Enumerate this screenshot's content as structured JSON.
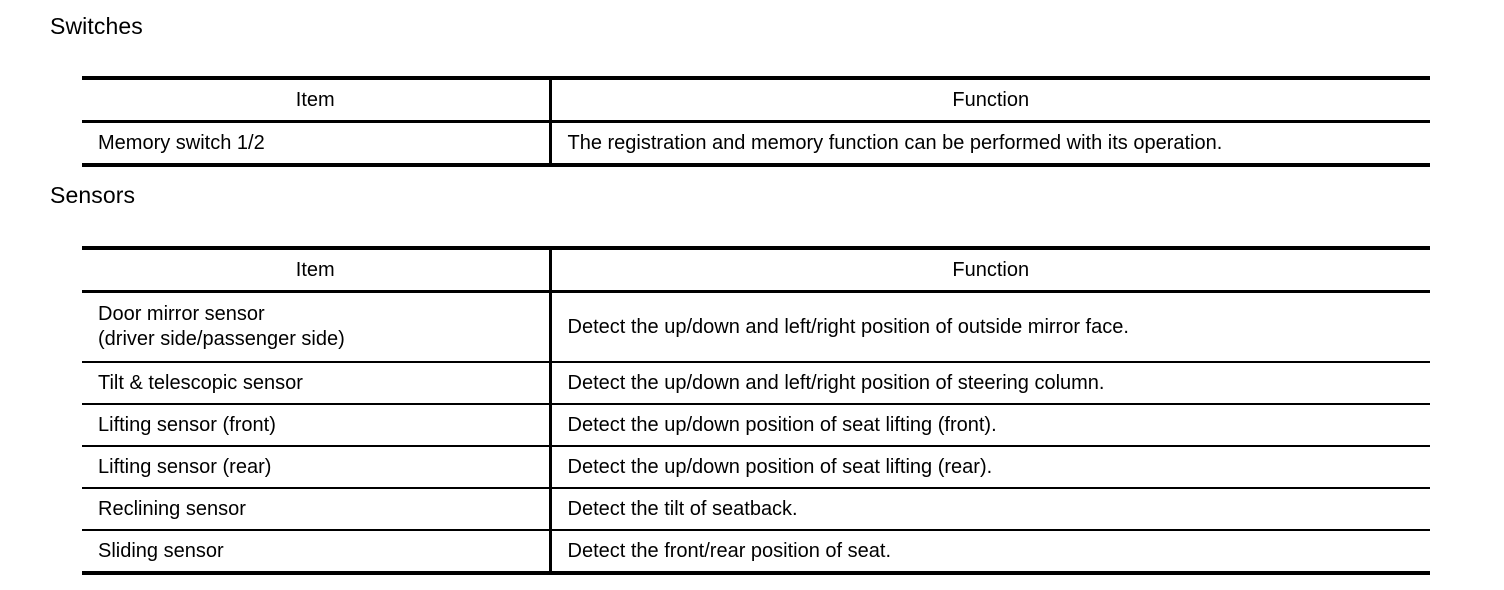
{
  "sections": [
    {
      "heading": "Switches",
      "table": {
        "columns": [
          "Item",
          "Function"
        ],
        "rows": [
          {
            "item_lines": [
              "Memory switch 1/2"
            ],
            "function": "The registration and memory function can be performed with its operation."
          }
        ]
      }
    },
    {
      "heading": "Sensors",
      "table": {
        "columns": [
          "Item",
          "Function"
        ],
        "rows": [
          {
            "item_lines": [
              "Door mirror sensor",
              "(driver side/passenger side)"
            ],
            "function": "Detect the up/down and left/right position of outside mirror face."
          },
          {
            "item_lines": [
              "Tilt & telescopic sensor"
            ],
            "function": "Detect the up/down and left/right position of steering column."
          },
          {
            "item_lines": [
              "Lifting sensor (front)"
            ],
            "function": "Detect the up/down position of seat lifting (front)."
          },
          {
            "item_lines": [
              "Lifting sensor (rear)"
            ],
            "function": "Detect the up/down position of seat lifting (rear)."
          },
          {
            "item_lines": [
              "Reclining sensor"
            ],
            "function": "Detect the tilt of seatback."
          },
          {
            "item_lines": [
              "Sliding sensor"
            ],
            "function": "Detect the front/rear position of seat."
          }
        ]
      }
    }
  ]
}
